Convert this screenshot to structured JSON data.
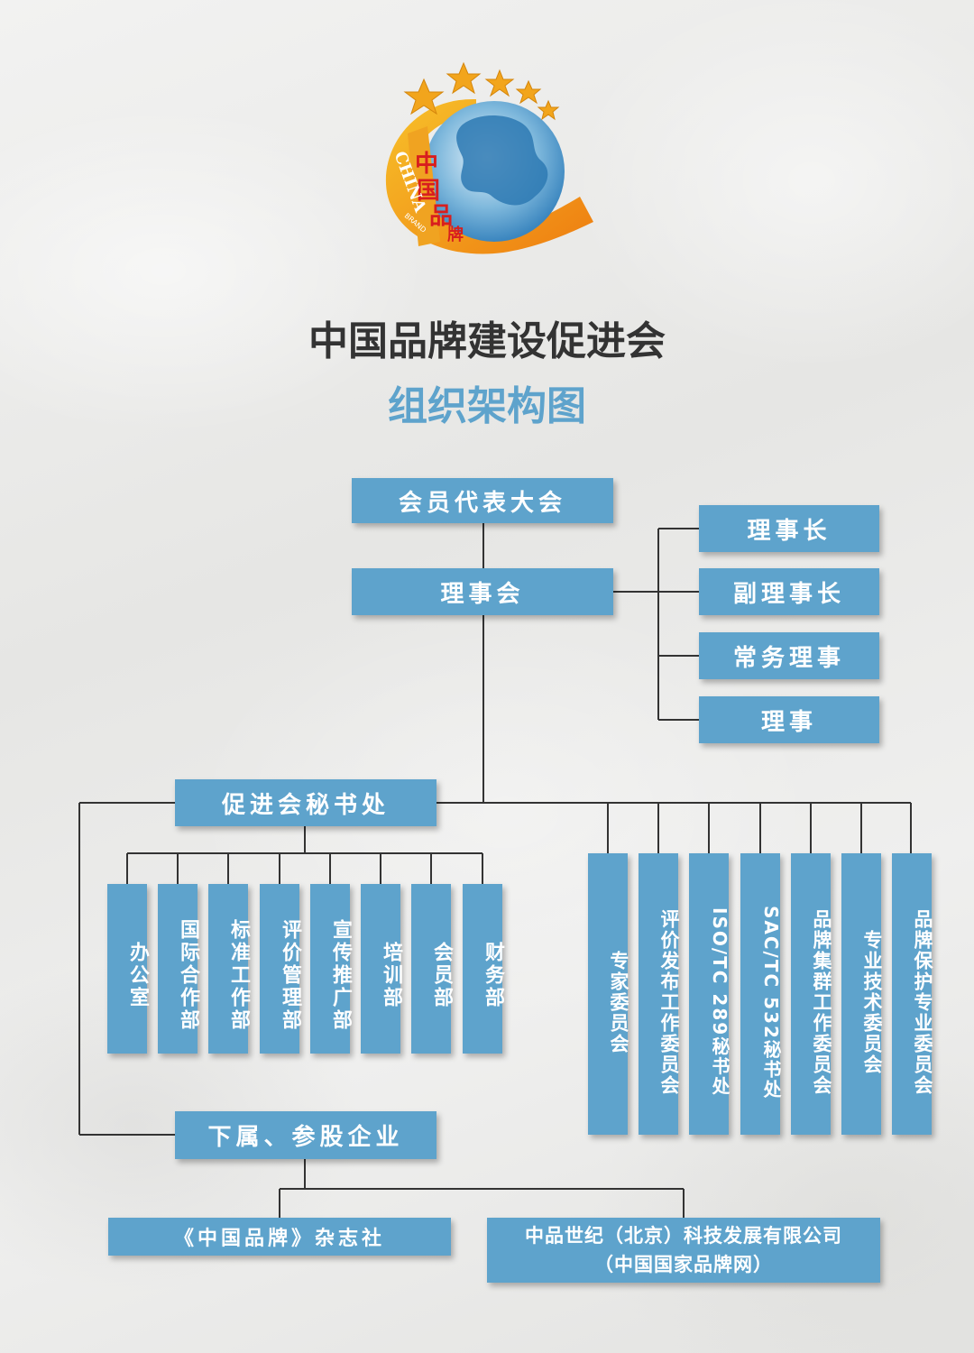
{
  "logo": {
    "text_cn_1": "中",
    "text_cn_2": "国",
    "text_cn_3": "品",
    "text_cn_4": "牌",
    "text_en": "CHINA",
    "text_small": "BRAND"
  },
  "header": {
    "title": "中国品牌建设促进会",
    "subtitle": "组织架构图"
  },
  "colors": {
    "box": "#5ea3cc",
    "subtitle": "#5ea3cc",
    "title": "#333333",
    "line": "#333333",
    "star": "#f2a51c"
  },
  "org": {
    "assembly": "会员代表大会",
    "council": "理事会",
    "council_roles": [
      "理事长",
      "副理事长",
      "常务理事",
      "理事"
    ],
    "secretariat": "促进会秘书处",
    "departments": [
      "办公室",
      "国际合作部",
      "标准工作部",
      "评价管理部",
      "宣传推广部",
      "培训部",
      "会员部",
      "财务部"
    ],
    "committees": [
      "专家委员会",
      "评价发布工作委员会",
      "ISO/TC 289秘书处",
      "SAC/TC 532秘书处",
      "品牌集群工作委员会",
      "专业技术委员会",
      "品牌保护专业委员会"
    ],
    "subsidiaries": "下属、参股企业",
    "magazine": "《中国品牌》杂志社",
    "company_line1": "中品世纪（北京）科技发展有限公司",
    "company_line2": "（中国国家品牌网）"
  }
}
